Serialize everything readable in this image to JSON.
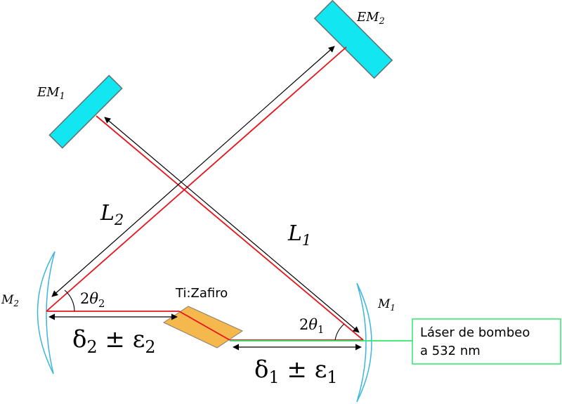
{
  "labels": {
    "em1": {
      "base": "EM",
      "sub": "1"
    },
    "em2": {
      "base": "EM",
      "sub": "2"
    },
    "m1": {
      "base": "M",
      "sub": "1"
    },
    "m2": {
      "base": "M",
      "sub": "2"
    },
    "l1": {
      "base": "L",
      "sub": "1"
    },
    "l2": {
      "base": "L",
      "sub": "2"
    },
    "theta1": {
      "pre": "2",
      "sym": "θ",
      "sub": "1"
    },
    "theta2": {
      "pre": "2",
      "sym": "θ",
      "sub": "2"
    },
    "delta1": {
      "d": "δ",
      "dsub": "1",
      "pm": " ± ",
      "e": "ε",
      "esub": "1"
    },
    "delta2": {
      "d": "δ",
      "dsub": "2",
      "pm": " ± ",
      "e": "ε",
      "esub": "2"
    },
    "crystal": "Ti:Zafiro",
    "pump_line1": "Láser de bombeo",
    "pump_line2": "a 532 nm"
  },
  "colors": {
    "beam": "#e8141c",
    "mirror_fill": "#12e6f0",
    "mirror_stroke": "#607070",
    "curved_mirror": "#3ab6e0",
    "crystal_fill": "#f5b84c",
    "crystal_stroke": "#8a7e6e",
    "pump_beam": "#2ee86a",
    "pump_box": "#2ee86a"
  }
}
